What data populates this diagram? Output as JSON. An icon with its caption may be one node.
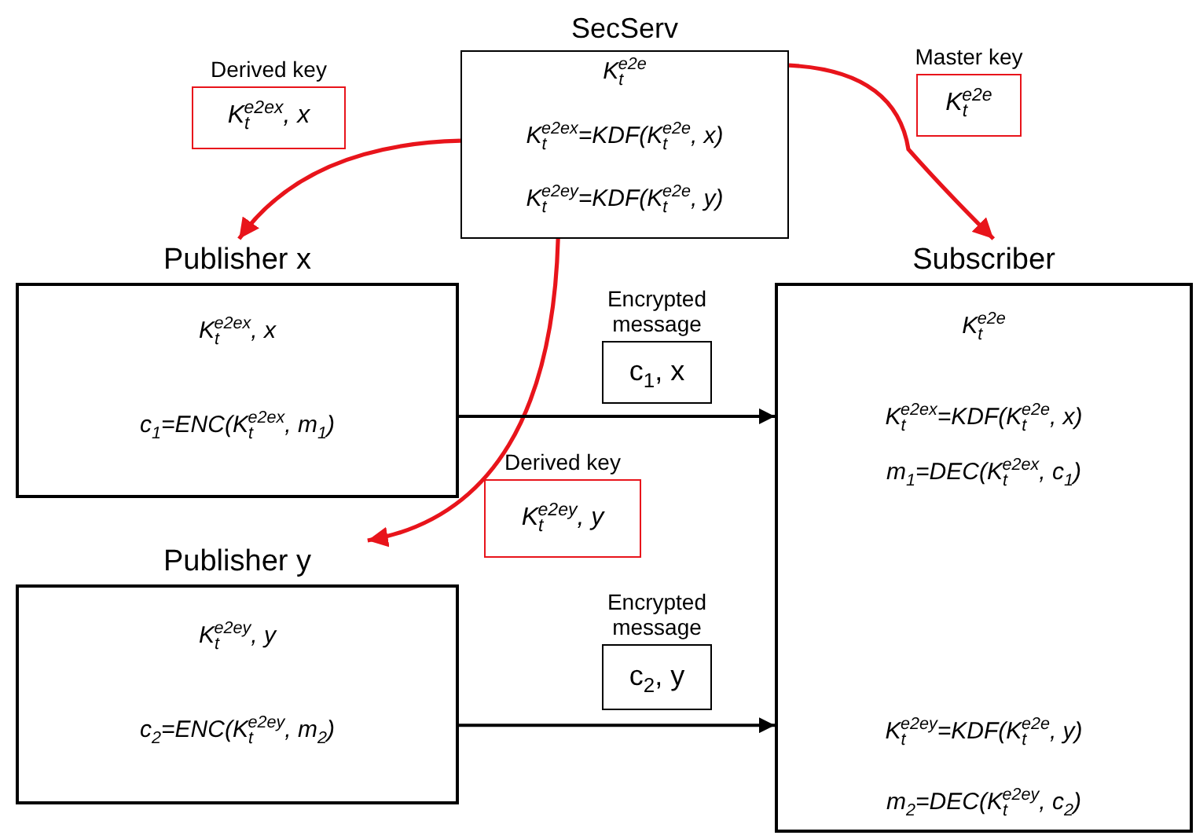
{
  "diagram": {
    "nodes": [
      {
        "text": [
          "Derived key",
          "K$_{t}$$^{e2ex}$, x"
        ]
      },
      {
        "text": [
          "SecServ",
          "K$_{t}$$^{e2e}$",
          "K$_{t}$$^{e2ex}$=KDF(K$_{t}$$^{e2e}$, x)",
          "K$_{t}$$^{e2ey}$=KDF(K$_{t}$$^{e2e}$, y)"
        ]
      },
      {
        "text": [
          "Master key",
          "K$_{t}$$^{e2e}$"
        ]
      },
      {
        "text": [
          "Publisher x",
          "K$_{t}$$^{e2ex}$, x",
          "c$_{1}$=ENC(K$_{t}$$^{e2ex}$, m$_{1}$)"
        ]
      },
      {
        "text": [
          "Encrypted message",
          "c$_{1}$, x"
        ]
      },
      {
        "text": [
          "Subscriber",
          "K$_{t}$$^{e2e}$",
          "K$_{t}$$^{e2ex}$=KDF(K$_{t}$$^{e2e}$, x)",
          "m$_{1}$=DEC(K$_{t}$$^{e2ex}$, c$_{1}$)",
          "K$_{t}$$^{e2ey}$=KDF(K$_{t}$$^{e2e}$, y)",
          "m$_{2}$=DEC(K$_{t}$$^{e2ey}$, c$_{2}$)"
        ]
      },
      {
        "text": [
          "Derived key",
          "K$_{t}$$^{e2ey}$, y"
        ]
      },
      {
        "text": [
          "Publisher y",
          "K$_{t}$$^{e2ey}$, y",
          "c$_{2}$=ENC(K$_{t}$$^{e2ey}$, m$_{2}$)"
        ]
      },
      {
        "text": [
          "Encrypted message",
          "c$_{2}$, y"
        ]
      }
    ],
    "edges": [
      {
        "from": 1,
        "to": 3,
        "arrow": "to"
      },
      {
        "from": 1,
        "to": 5,
        "arrow": "to"
      },
      {
        "from": 1,
        "to": 7,
        "arrow": "to"
      },
      {
        "from": 3,
        "to": 5,
        "arrow": "to",
        "color": "#000000"
      },
      {
        "from": 7,
        "to": 5,
        "arrow": "to",
        "color": "#000000"
      }
    ]
  }
}
